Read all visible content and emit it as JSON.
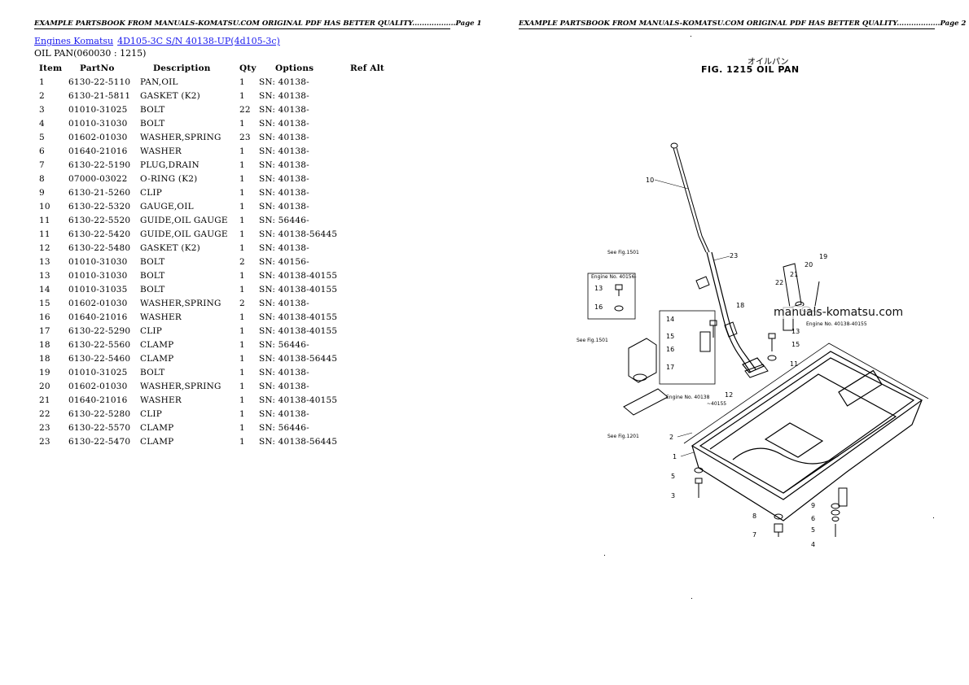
{
  "header": {
    "page1": "EXAMPLE PARTSBOOK FROM MANUALS-KOMATSU.COM ORIGINAL PDF HAS BETTER QUALITY..................Page 1",
    "page2": "EXAMPLE PARTSBOOK FROM MANUALS-KOMATSU.COM ORIGINAL PDF HAS BETTER QUALITY..................Page 2"
  },
  "breadcrumb": {
    "link1": "Engines Komatsu",
    "link2": "4D105-3C S/N 40138-UP(4d105-3c)"
  },
  "section_title": "OIL PAN(060030 : 1215)",
  "table": {
    "headers": {
      "item": "Item",
      "partno": "PartNo",
      "description": "Description",
      "qty": "Qty",
      "options": "Options",
      "refalt": "Ref Alt"
    },
    "rows": [
      {
        "item": "1",
        "partno": "6130-22-5110",
        "desc": "PAN,OIL",
        "qty": "1",
        "opt": "SN: 40138-"
      },
      {
        "item": "2",
        "partno": "6130-21-5811",
        "desc": "GASKET (K2)",
        "qty": "1",
        "opt": "SN: 40138-"
      },
      {
        "item": "3",
        "partno": "01010-31025",
        "desc": "BOLT",
        "qty": "22",
        "opt": "SN: 40138-"
      },
      {
        "item": "4",
        "partno": "01010-31030",
        "desc": "BOLT",
        "qty": "1",
        "opt": "SN: 40138-"
      },
      {
        "item": "5",
        "partno": "01602-01030",
        "desc": "WASHER,SPRING",
        "qty": "23",
        "opt": "SN: 40138-"
      },
      {
        "item": "6",
        "partno": "01640-21016",
        "desc": "WASHER",
        "qty": "1",
        "opt": "SN: 40138-"
      },
      {
        "item": "7",
        "partno": "6130-22-5190",
        "desc": "PLUG,DRAIN",
        "qty": "1",
        "opt": "SN: 40138-"
      },
      {
        "item": "8",
        "partno": "07000-03022",
        "desc": "O-RING (K2)",
        "qty": "1",
        "opt": "SN: 40138-"
      },
      {
        "item": "9",
        "partno": "6130-21-5260",
        "desc": "CLIP",
        "qty": "1",
        "opt": "SN: 40138-"
      },
      {
        "item": "10",
        "partno": "6130-22-5320",
        "desc": "GAUGE,OIL",
        "qty": "1",
        "opt": "SN: 40138-"
      },
      {
        "item": "11",
        "partno": "6130-22-5520",
        "desc": "GUIDE,OIL GAUGE",
        "qty": "1",
        "opt": "SN: 56446-"
      },
      {
        "item": "11",
        "partno": "6130-22-5420",
        "desc": "GUIDE,OIL GAUGE",
        "qty": "1",
        "opt": "SN: 40138-56445"
      },
      {
        "item": "12",
        "partno": "6130-22-5480",
        "desc": "GASKET (K2)",
        "qty": "1",
        "opt": "SN: 40138-"
      },
      {
        "item": "13",
        "partno": "01010-31030",
        "desc": "BOLT",
        "qty": "2",
        "opt": "SN: 40156-"
      },
      {
        "item": "13",
        "partno": "01010-31030",
        "desc": "BOLT",
        "qty": "1",
        "opt": "SN: 40138-40155"
      },
      {
        "item": "14",
        "partno": "01010-31035",
        "desc": "BOLT",
        "qty": "1",
        "opt": "SN: 40138-40155"
      },
      {
        "item": "15",
        "partno": "01602-01030",
        "desc": "WASHER,SPRING",
        "qty": "2",
        "opt": "SN: 40138-"
      },
      {
        "item": "16",
        "partno": "01640-21016",
        "desc": "WASHER",
        "qty": "1",
        "opt": "SN: 40138-40155"
      },
      {
        "item": "17",
        "partno": "6130-22-5290",
        "desc": "CLIP",
        "qty": "1",
        "opt": "SN: 40138-40155"
      },
      {
        "item": "18",
        "partno": "6130-22-5560",
        "desc": "CLAMP",
        "qty": "1",
        "opt": "SN: 56446-"
      },
      {
        "item": "18",
        "partno": "6130-22-5460",
        "desc": "CLAMP",
        "qty": "1",
        "opt": "SN: 40138-56445"
      },
      {
        "item": "19",
        "partno": "01010-31025",
        "desc": "BOLT",
        "qty": "1",
        "opt": "SN: 40138-"
      },
      {
        "item": "20",
        "partno": "01602-01030",
        "desc": "WASHER,SPRING",
        "qty": "1",
        "opt": "SN: 40138-"
      },
      {
        "item": "21",
        "partno": "01640-21016",
        "desc": "WASHER",
        "qty": "1",
        "opt": "SN: 40138-40155"
      },
      {
        "item": "22",
        "partno": "6130-22-5280",
        "desc": "CLIP",
        "qty": "1",
        "opt": "SN: 40138-"
      },
      {
        "item": "23",
        "partno": "6130-22-5570",
        "desc": "CLAMP",
        "qty": "1",
        "opt": "SN: 56446-"
      },
      {
        "item": "23",
        "partno": "6130-22-5470",
        "desc": "CLAMP",
        "qty": "1",
        "opt": "SN: 40138-56445"
      }
    ]
  },
  "figure": {
    "title_jp": "オイルパン",
    "title": "FIG. 1215  OIL PAN",
    "watermark": "manuals-komatsu.com",
    "callouts": [
      "1",
      "2",
      "3",
      "4",
      "5",
      "6",
      "7",
      "8",
      "9",
      "10",
      "11",
      "12",
      "13",
      "14",
      "15",
      "16",
      "17",
      "18",
      "19",
      "20",
      "21",
      "22",
      "23"
    ],
    "ref_1501": "See Fig.1501",
    "ref_1201": "See Fig.1201",
    "engine_note_a": "Engine No. 40156-",
    "engine_note_b": "Engine No. 40138-40155",
    "engine_note_c": "Engine No. 40138",
    "engine_note_c2": "~40155"
  }
}
